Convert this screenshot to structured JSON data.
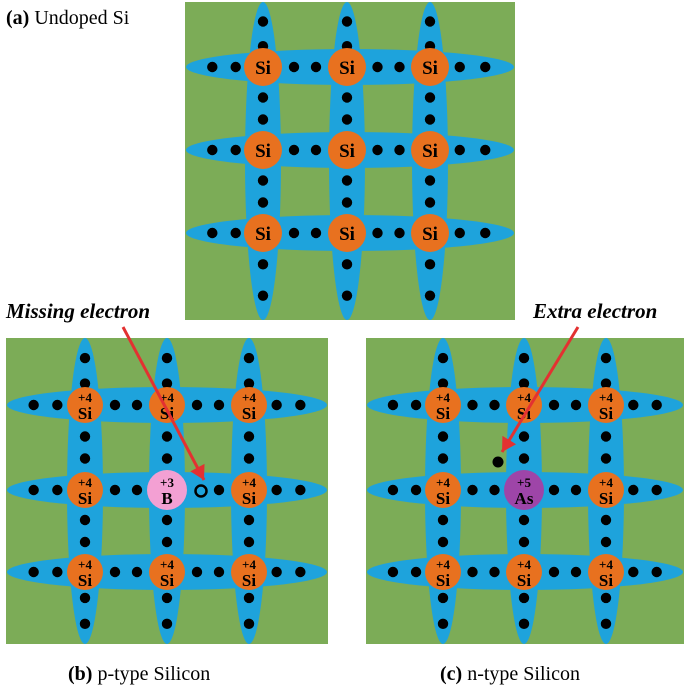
{
  "panels": {
    "a": {
      "label_letter": "(a)",
      "label_text": " Undoped Si",
      "atoms": [
        [
          "Si",
          "Si",
          "Si"
        ],
        [
          "Si",
          "Si",
          "Si"
        ],
        [
          "Si",
          "Si",
          "Si"
        ]
      ]
    },
    "b": {
      "label_letter": "(b)",
      "label_text": " p-type Silicon",
      "atoms": [
        [
          {
            "c": "+4",
            "s": "Si"
          },
          {
            "c": "+4",
            "s": "Si"
          },
          {
            "c": "+4",
            "s": "Si"
          }
        ],
        [
          {
            "c": "+4",
            "s": "Si"
          },
          {
            "c": "+3",
            "s": "B"
          },
          {
            "c": "+4",
            "s": "Si"
          }
        ],
        [
          {
            "c": "+4",
            "s": "Si"
          },
          {
            "c": "+4",
            "s": "Si"
          },
          {
            "c": "+4",
            "s": "Si"
          }
        ]
      ],
      "annotation": "Missing electron"
    },
    "c": {
      "label_letter": "(c)",
      "label_text": " n-type Silicon",
      "atoms": [
        [
          {
            "c": "+4",
            "s": "Si"
          },
          {
            "c": "+4",
            "s": "Si"
          },
          {
            "c": "+4",
            "s": "Si"
          }
        ],
        [
          {
            "c": "+4",
            "s": "Si"
          },
          {
            "c": "+5",
            "s": "As"
          },
          {
            "c": "+4",
            "s": "Si"
          }
        ],
        [
          {
            "c": "+4",
            "s": "Si"
          },
          {
            "c": "+4",
            "s": "Si"
          },
          {
            "c": "+4",
            "s": "Si"
          }
        ]
      ],
      "annotation": "Extra electron"
    }
  },
  "colors": {
    "background": "#7cac57",
    "bond": "#1ea3dc",
    "silicon": "#e8711f",
    "boron": "#f3a0d3",
    "arsenic": "#9e45a8",
    "electron": "#000000",
    "arrow": "#e33131"
  }
}
